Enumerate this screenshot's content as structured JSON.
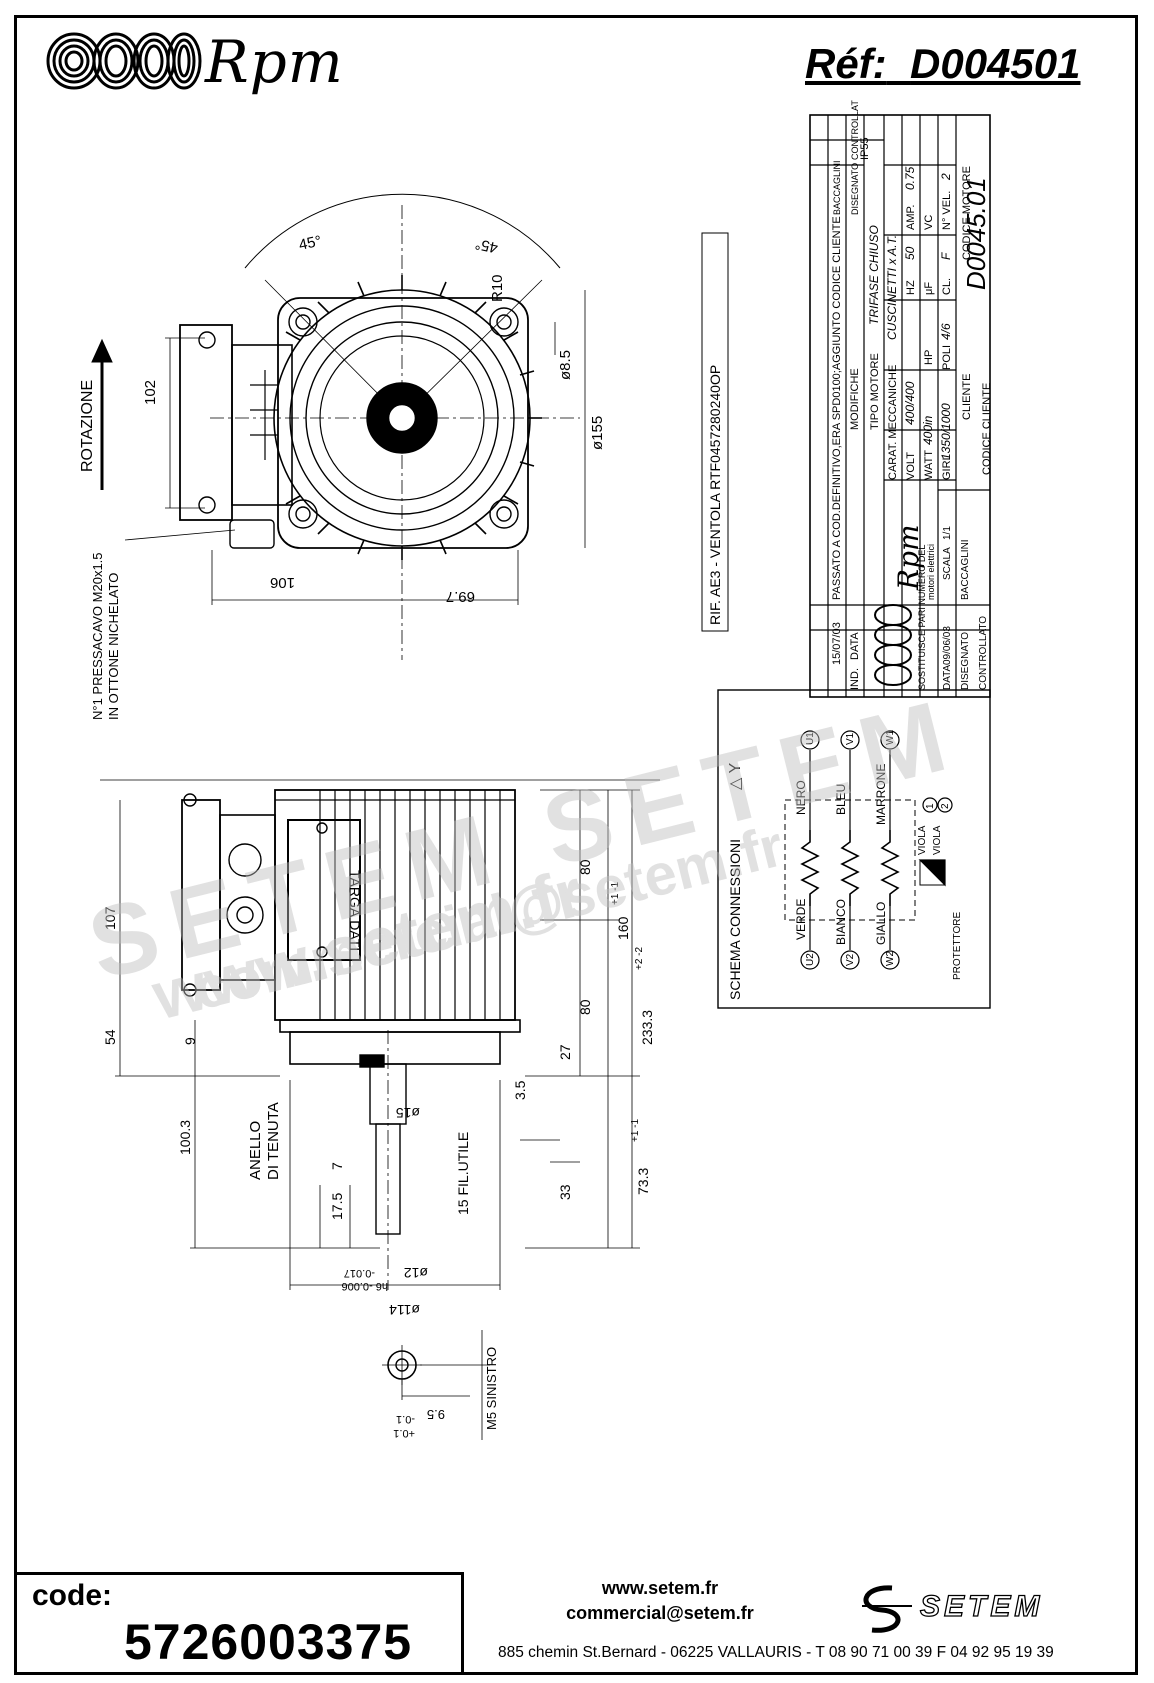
{
  "header": {
    "brand": "Rpm",
    "ref_label": "Réf:",
    "ref_value": "D004501"
  },
  "drawing": {
    "rotation_label": "ROTAZIONE",
    "front_view": {
      "angle_left": "45°",
      "angle_right": "45°",
      "radius": "R10",
      "hole": "ø8.5",
      "diameter": "ø155",
      "height_box": "102",
      "width_left": "106",
      "width_right": "69.7"
    },
    "cable_gland_note_1": "N°1 PRESSACAVO M20x1.5",
    "cable_gland_note_2": "IN OTTONE NICHELATO",
    "fan_ref": "RIF. AE3 - VENTOLA RTF0457280240OP",
    "side_view": {
      "plate_label": "TARGA DATI",
      "dim_107": "107",
      "dim_54": "54",
      "dim_9": "9",
      "dim_100_3": "100.3",
      "dim_80_top": "80",
      "dim_80_bottom": "80",
      "dim_160": "160",
      "dim_160_tol": "+1 -1",
      "dim_233_3": "233.3",
      "dim_233_tol": "+2 -2",
      "dim_27": "27",
      "dim_3_5": "3.5",
      "dim_15": "ø15",
      "dim_73_3": "73.3",
      "dim_73_tol": "+1 -1",
      "dim_7": "7",
      "dim_17_5": "17.5",
      "dim_15_fil": "15 FIL.UTILE",
      "dim_33": "33",
      "ring_label_1": "ANELLO",
      "ring_label_2": "DI TENUTA",
      "shaft_dia": "ø12",
      "shaft_tol_1": "h6 -0.006",
      "shaft_tol_2": "-0.017",
      "dim_114": "ø114"
    },
    "detail_view": {
      "dim_9_5": "9.5",
      "tol_1": "+0.1",
      "tol_2": "-0.1",
      "thread_note": "M5 SINISTRO"
    },
    "title_block": {
      "modifiche": "MODIFICHE",
      "note_1": "PASSATO A COD.DEFINITIVO,ERA SPD0100;AGGIUNTO CODICE CLIENTE",
      "ind": "IND.",
      "data": "DATA",
      "row_1_date": "15/07/03",
      "baccaglini": "BACCAGLINI",
      "disegnato": "DISEGNATO",
      "controllato": "CONTROLLATO",
      "tipo_motore_label": "TIPO MOTORE",
      "tipo_motore_value": "TRIFASE CHIUSO",
      "protection": "IP55",
      "carat_label": "CARAT. MECCANICHE",
      "carat_value": "CUSCINETTI x A.T.",
      "volt_label": "VOLT",
      "volt_value": "400/400",
      "hz_label": "HZ",
      "hz_value": "50",
      "amp_label": "AMP.",
      "amp_value": "0.75",
      "watt_label": "WATT",
      "watt_value": "400in",
      "hp_label": "HP",
      "uf_label": "μF",
      "vc_label": "VC",
      "giri_label": "GIRI",
      "giri_value": "1350/1000",
      "poli_label": "POLI",
      "poli_value": "4/6",
      "cl_label": "CL.",
      "cl_value": "F",
      "vel_label": "N° VEL.",
      "vel_value": "2",
      "cliente_label": "CLIENTE",
      "codice_motore_label": "CODICE MOTORE",
      "codice_motore_value": "D0045.01",
      "codice_cliente_label": "CODICE CLIENTE",
      "sostituisce": "SOSTITUISCE PARI NUMERO DEL",
      "data_label": "DATA",
      "data_value": "09/06/03",
      "scala_label": "SCALA",
      "scala_value": "1/1",
      "disegnato_label": "DISEGNATO",
      "disegnato_value": "BACCAGLINI",
      "controllato_label": "CONTROLLATO",
      "brand_small": "Rpm",
      "brand_sub": "motori elettrici"
    },
    "wiring": {
      "title": "SCHEMA CONNESSIONI",
      "delta_star": "△ Y",
      "u1": "U1",
      "v1": "V1",
      "w1": "W1",
      "u2": "U2",
      "v2": "V2",
      "w2": "W2",
      "nero": "NERO",
      "bleu": "BLEU",
      "marrone": "MARRONE",
      "verde": "VERDE",
      "bianco": "BIANCO",
      "giallo": "GIALLO",
      "viola": "VIOLA",
      "protettore": "PROTETTORE",
      "t1": "1",
      "t2": "2"
    },
    "watermark_1": "www.setem.fr",
    "watermark_2": "SETEM SETEM",
    "watermark_3": "commercial@setem.fr"
  },
  "footer": {
    "code_label": "code:",
    "code_value": "5726003375",
    "website": "www.setem.fr",
    "email": "commercial@setem.fr",
    "address": "885 chemin St.Bernard  -  06225 VALLAURIS  -  T 08 90 71 00 39   F 04 92 95 19 39",
    "setem_logo_text": "SETEM"
  }
}
